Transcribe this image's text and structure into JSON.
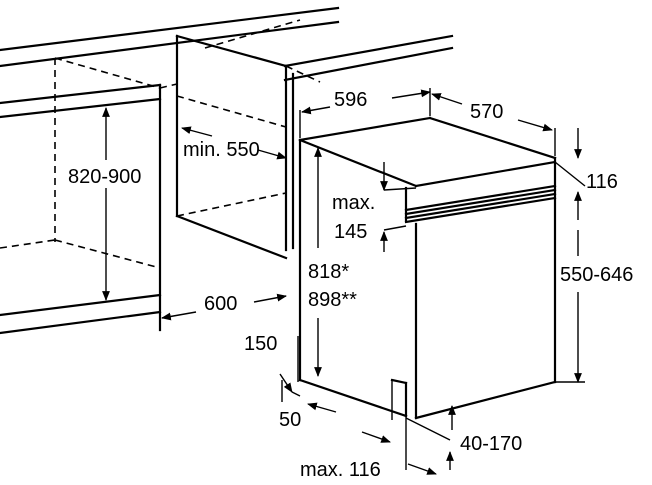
{
  "dimensions": {
    "cabinet_height": "820-900",
    "min_depth": "min. 550",
    "niche_width": "600",
    "unit_width": "596",
    "unit_depth": "570",
    "top_offset": "116",
    "max_label": "max.",
    "max_value": "145",
    "height_a": "818*",
    "height_b": "898**",
    "door_height": "550-646",
    "plinth_height": "150",
    "plinth_depth": "50",
    "foot_adjust": "40-170",
    "max_plinth": "max. 116"
  }
}
